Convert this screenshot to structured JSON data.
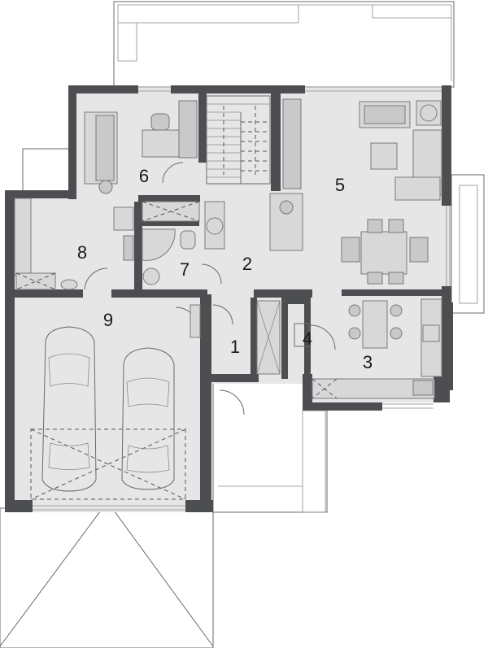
{
  "floor_plan": {
    "rooms": [
      {
        "id": "room-1",
        "label": "1"
      },
      {
        "id": "room-2",
        "label": "2"
      },
      {
        "id": "room-3",
        "label": "3"
      },
      {
        "id": "room-4",
        "label": "4"
      },
      {
        "id": "room-5",
        "label": "5"
      },
      {
        "id": "room-6",
        "label": "6"
      },
      {
        "id": "room-7",
        "label": "7"
      },
      {
        "id": "room-8",
        "label": "8"
      },
      {
        "id": "room-9",
        "label": "9"
      }
    ],
    "colors": {
      "wall": "#4d4e52",
      "floor": "#e6e6e6",
      "furniture": "#c9c9c9",
      "background": "#ffffff"
    },
    "icons": [
      "car",
      "sofa",
      "armchair",
      "dining-table",
      "chair",
      "desk",
      "stove",
      "sink",
      "toilet",
      "shower",
      "washbasin",
      "staircase",
      "door",
      "window",
      "garage-door"
    ]
  }
}
